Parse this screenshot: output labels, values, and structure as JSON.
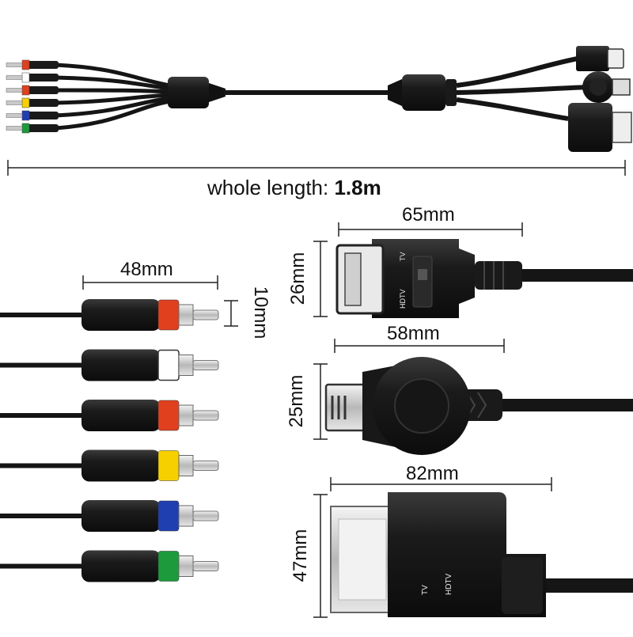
{
  "overall": {
    "length_label": "whole length:",
    "length_value": "1.8m"
  },
  "rca": {
    "width_label": "48mm",
    "diameter_label": "10mm",
    "plugs": [
      {
        "name": "red",
        "color": "#e0401e"
      },
      {
        "name": "white",
        "color": "#ffffff"
      },
      {
        "name": "red",
        "color": "#e0401e"
      },
      {
        "name": "yellow",
        "color": "#f7d000"
      },
      {
        "name": "blue",
        "color": "#1f3fb0"
      },
      {
        "name": "green",
        "color": "#1c9a3c"
      }
    ]
  },
  "connectors": {
    "wii": {
      "width_label": "65mm",
      "height_label": "26mm",
      "switch_top": "TV",
      "switch_bottom": "HDTV"
    },
    "ps": {
      "width_label": "58mm",
      "height_label": "25mm"
    },
    "xbox": {
      "width_label": "82mm",
      "height_label": "47mm",
      "label_left": "TV",
      "label_right": "HDTV"
    }
  },
  "colors": {
    "cable": "#151515",
    "dimension_line": "#222222"
  }
}
